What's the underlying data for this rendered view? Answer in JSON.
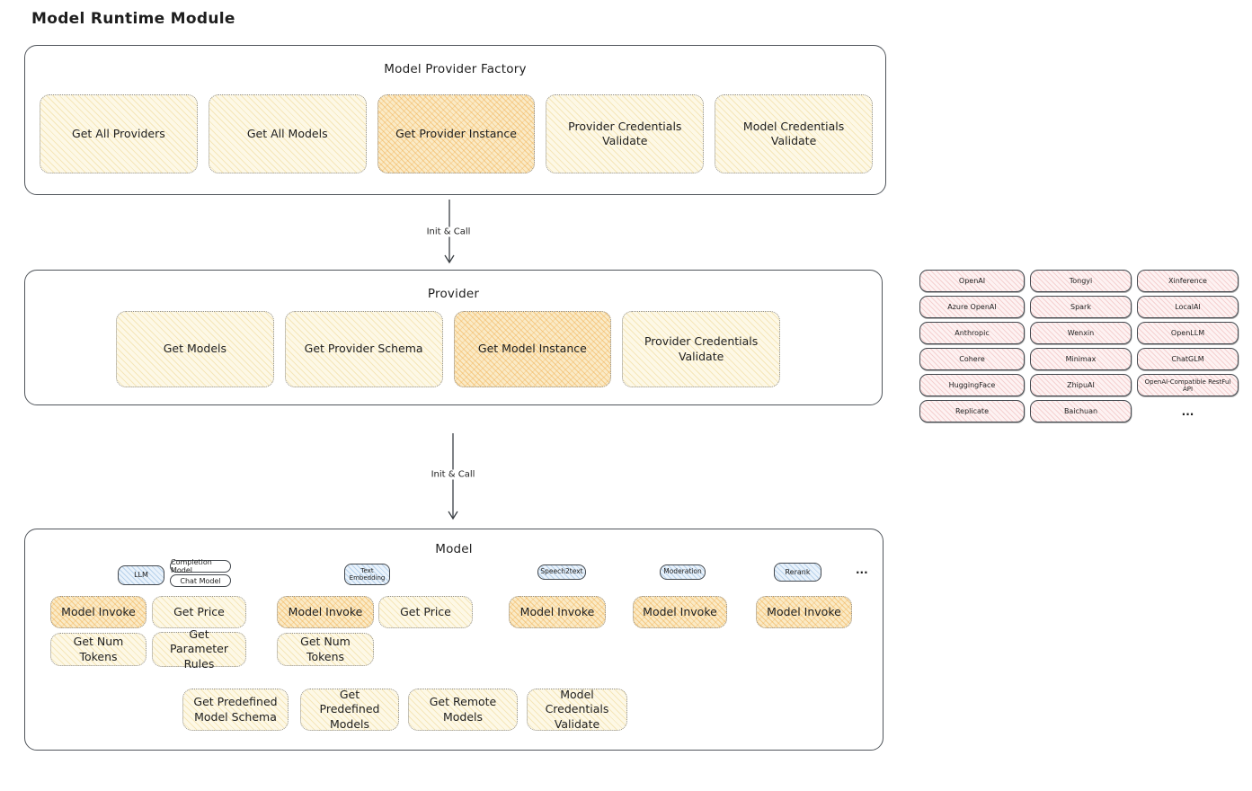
{
  "page_title": "Model Runtime Module",
  "factory": {
    "title": "Model Provider Factory",
    "boxes": [
      {
        "label": "Get All Providers",
        "highlight": false
      },
      {
        "label": "Get All Models",
        "highlight": false
      },
      {
        "label": "Get Provider Instance",
        "highlight": true
      },
      {
        "label": "Provider Credentials Validate",
        "highlight": false
      },
      {
        "label": "Model Credentials Validate",
        "highlight": false
      }
    ]
  },
  "arrow1": {
    "label": "Init & Call"
  },
  "arrow2": {
    "label": "Init & Call"
  },
  "provider": {
    "title": "Provider",
    "boxes": [
      {
        "label": "Get Models",
        "highlight": false
      },
      {
        "label": "Get Provider Schema",
        "highlight": false
      },
      {
        "label": "Get Model Instance",
        "highlight": true
      },
      {
        "label": "Provider Credentials Validate",
        "highlight": false
      }
    ]
  },
  "providers": {
    "items": [
      "OpenAI",
      "Tongyi",
      "Xinference",
      "Azure OpenAI",
      "Spark",
      "LocalAI",
      "Anthropic",
      "Wenxin",
      "OpenLLM",
      "Cohere",
      "Minimax",
      "ChatGLM",
      "HuggingFace",
      "ZhipuAI",
      "OpenAI-Compatible RestFul API",
      "Replicate",
      "Baichuan",
      "..."
    ]
  },
  "model": {
    "title": "Model",
    "tags": [
      "LLM",
      "Completion Model",
      "Chat Model",
      "Text Embedding",
      "Speech2text",
      "Moderation",
      "Rerank",
      "..."
    ],
    "llm_ops": [
      "Model Invoke",
      "Get Price",
      "Get Num Tokens",
      "Get Parameter Rules"
    ],
    "text_embedding_ops": [
      "Model Invoke",
      "Get Price",
      "Get Num Tokens"
    ],
    "speech2text_ops": [
      "Model Invoke"
    ],
    "moderation_ops": [
      "Model Invoke"
    ],
    "rerank_ops": [
      "Model Invoke"
    ],
    "common_ops": [
      "Get Predefined Model Schema",
      "Get Predefined Models",
      "Get Remote Models",
      "Model Credentials Validate"
    ]
  },
  "colors": {
    "stroke": "#1e1e1e",
    "container_border": "#50555b",
    "cream_fill": "#fdf8e6",
    "highlight_fill": "#faeac6",
    "pink_fill": "#fdf2f2",
    "blue_fill": "#e9f2fb"
  }
}
